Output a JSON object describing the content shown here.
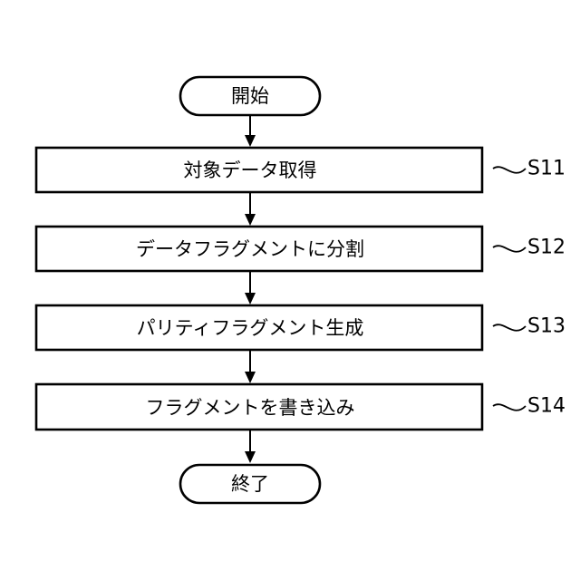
{
  "flowchart": {
    "start_label": "開始",
    "end_label": "終了",
    "steps": [
      {
        "id": "S11",
        "label": "対象データ取得"
      },
      {
        "id": "S12",
        "label": "データフラグメントに分割"
      },
      {
        "id": "S13",
        "label": "パリティフラグメント生成"
      },
      {
        "id": "S14",
        "label": "フラグメントを書き込み"
      }
    ]
  }
}
